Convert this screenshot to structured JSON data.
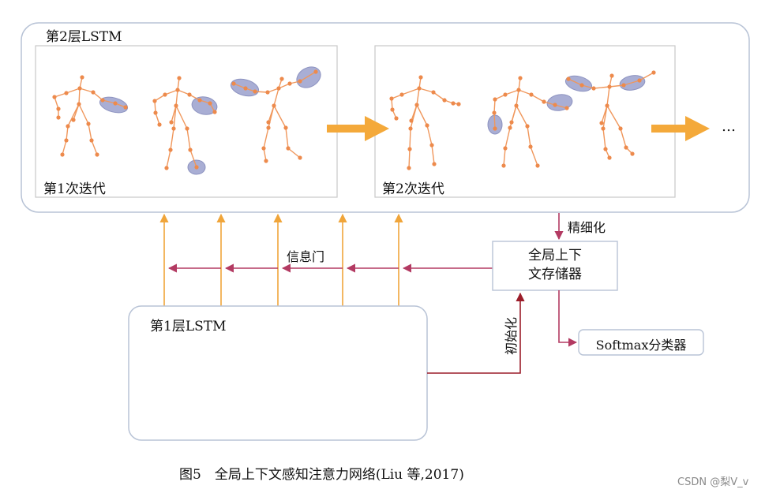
{
  "diagram": {
    "top_panel_title": "第2层LSTM",
    "iteration1_label": "第1次迭代",
    "iteration2_label": "第2次迭代",
    "ellipsis": "…",
    "refine_label": "精细化",
    "info_gate_label": "信息门",
    "global_memory_line1": "全局上下",
    "global_memory_line2": "文存储器",
    "init_label": "初始化",
    "softmax_label": "Softmax分类器",
    "bottom_panel_title": "第1层LSTM",
    "caption": "图5　全局上下文感知注意力网络(Liu 等,2017)",
    "watermark": "CSDN @梨V_v"
  },
  "colors": {
    "skeleton": "#f0975c",
    "joint": "#ed8a4c",
    "highlight": "#a9aed4",
    "orange_arrow": "#f4a93a",
    "magenta_arrow": "#b33a62",
    "dark_red_arrow": "#9b1d2a",
    "panel_border": "#b8c3d6"
  }
}
